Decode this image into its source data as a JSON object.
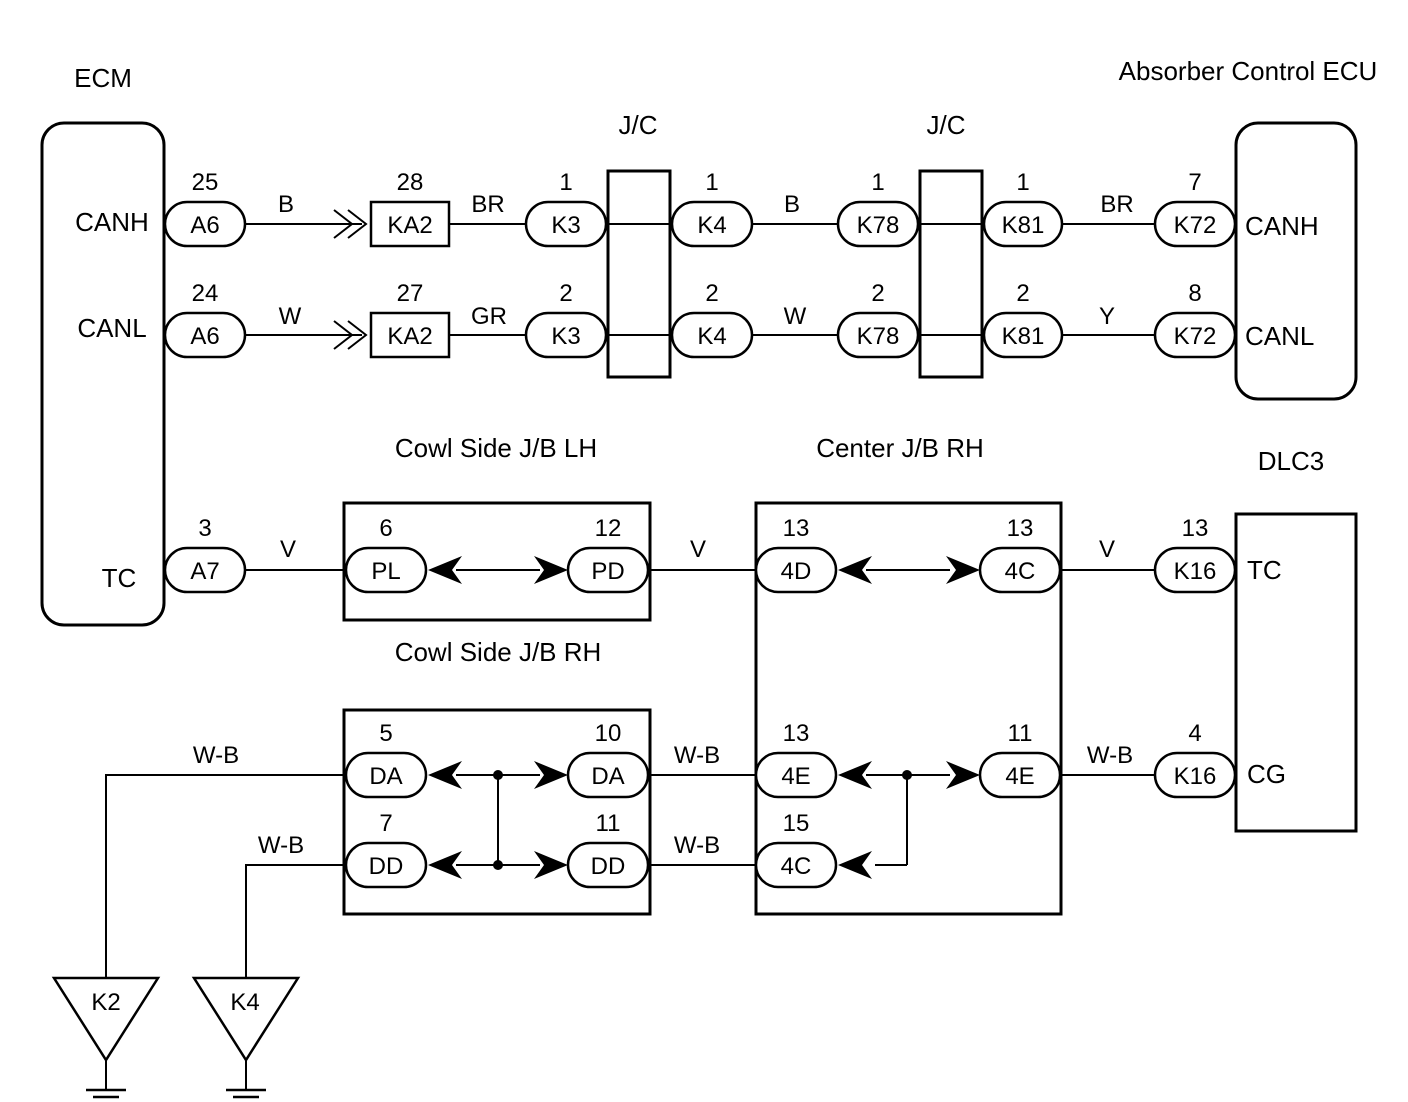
{
  "components": {
    "ecm": {
      "title": "ECM",
      "pins": {
        "canh": "CANH",
        "canl": "CANL",
        "tc": "TC"
      }
    },
    "absorber": {
      "title": "Absorber Control ECU",
      "pins": {
        "canh": "CANH",
        "canl": "CANL"
      }
    },
    "jc1": {
      "title": "J/C"
    },
    "jc2": {
      "title": "J/C"
    },
    "cowl_lh": {
      "title": "Cowl Side J/B LH"
    },
    "cowl_rh": {
      "title": "Cowl Side J/B RH"
    },
    "center_jb": {
      "title": "Center J/B RH"
    },
    "dlc3": {
      "title": "DLC3",
      "pins": {
        "tc": "TC",
        "cg": "CG"
      }
    }
  },
  "connectors": {
    "a6_h": {
      "code": "A6",
      "pin": "25"
    },
    "ka2_h": {
      "code": "KA2",
      "pin": "28"
    },
    "k3_h": {
      "code": "K3",
      "pin": "1"
    },
    "k4_h": {
      "code": "K4",
      "pin": "1"
    },
    "k78_h": {
      "code": "K78",
      "pin": "1"
    },
    "k81_h": {
      "code": "K81",
      "pin": "1"
    },
    "k72_h": {
      "code": "K72",
      "pin": "7"
    },
    "a6_l": {
      "code": "A6",
      "pin": "24"
    },
    "ka2_l": {
      "code": "KA2",
      "pin": "27"
    },
    "k3_l": {
      "code": "K3",
      "pin": "2"
    },
    "k4_l": {
      "code": "K4",
      "pin": "2"
    },
    "k78_l": {
      "code": "K78",
      "pin": "2"
    },
    "k81_l": {
      "code": "K81",
      "pin": "2"
    },
    "k72_l": {
      "code": "K72",
      "pin": "8"
    },
    "a7": {
      "code": "A7",
      "pin": "3"
    },
    "pl": {
      "code": "PL",
      "pin": "6"
    },
    "pd": {
      "code": "PD",
      "pin": "12"
    },
    "c4d": {
      "code": "4D",
      "pin": "13"
    },
    "c4c_top": {
      "code": "4C",
      "pin": "13"
    },
    "k16_tc": {
      "code": "K16",
      "pin": "13"
    },
    "da_l": {
      "code": "DA",
      "pin": "5"
    },
    "da_r": {
      "code": "DA",
      "pin": "10"
    },
    "dd_l": {
      "code": "DD",
      "pin": "7"
    },
    "dd_r": {
      "code": "DD",
      "pin": "11"
    },
    "c4e_l": {
      "code": "4E",
      "pin": "13"
    },
    "c4e_r": {
      "code": "4E",
      "pin": "11"
    },
    "c4c_bot": {
      "code": "4C",
      "pin": "15"
    },
    "k16_cg": {
      "code": "K16",
      "pin": "4"
    }
  },
  "wires": {
    "canh_1": "B",
    "canh_2": "BR",
    "canh_3": "B",
    "canh_4": "BR",
    "canl_1": "W",
    "canl_2": "GR",
    "canl_3": "W",
    "canl_4": "Y",
    "tc_1": "V",
    "tc_2": "V",
    "tc_3": "V",
    "gnd_k2": "W-B",
    "gnd_k4": "W-B",
    "cg_1": "W-B",
    "cg_2": "W-B",
    "cg_3": "W-B"
  },
  "grounds": {
    "k2": "K2",
    "k4": "K4"
  }
}
